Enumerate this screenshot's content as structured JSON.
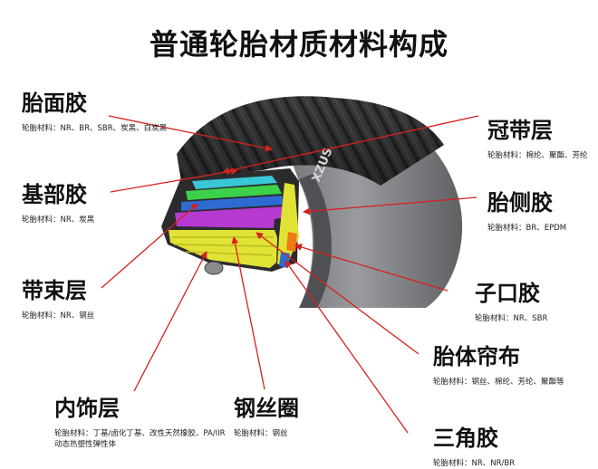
{
  "title": "普通轮胎材质材料构成",
  "colors": {
    "arrow": "#d6201f",
    "tread": "#3a3a3c",
    "sidewall": "#8d8e90",
    "cap_ply": "#39c6d6",
    "belt_green": "#3bd14a",
    "belt_blue": "#2f6ad3",
    "body_ply": "#b63ad0",
    "inner_liner": "#e1e334",
    "bead": "#ef7a18"
  },
  "components": [
    {
      "id": "tread-rubber",
      "name": "胎面胶",
      "materials": "轮胎材料：NR、BR、SBR、炭黑、白炭黑"
    },
    {
      "id": "base-rubber",
      "name": "基部胶",
      "materials": "轮胎材料：NR、炭黑"
    },
    {
      "id": "belt-layer",
      "name": "带束层",
      "materials": "轮胎材料：NR、钢丝"
    },
    {
      "id": "inner-liner",
      "name": "内饰层",
      "materials": "轮胎材料：丁基/卤化丁基、改性天然橡胶、PA/IIR动态热塑性弹性体"
    },
    {
      "id": "bead-wire",
      "name": "钢丝圈",
      "materials": "轮胎材料：钢丝"
    },
    {
      "id": "cap-ply",
      "name": "冠带层",
      "materials": "轮胎材料：棉纶、聚酯、芳纶"
    },
    {
      "id": "sidewall-rubber",
      "name": "胎侧胶",
      "materials": "轮胎材料：BR、EPDM"
    },
    {
      "id": "bead-filler",
      "name": "子口胶",
      "materials": "轮胎材料：NR、SBR"
    },
    {
      "id": "body-ply",
      "name": "胎体帘布",
      "materials": "轮胎材料：钢丝、棉纶、芳纶、聚酯等"
    },
    {
      "id": "apex",
      "name": "三角胶",
      "materials": "轮胎材料：NR、NR/BR"
    }
  ],
  "sidewall_text": "XZUS"
}
